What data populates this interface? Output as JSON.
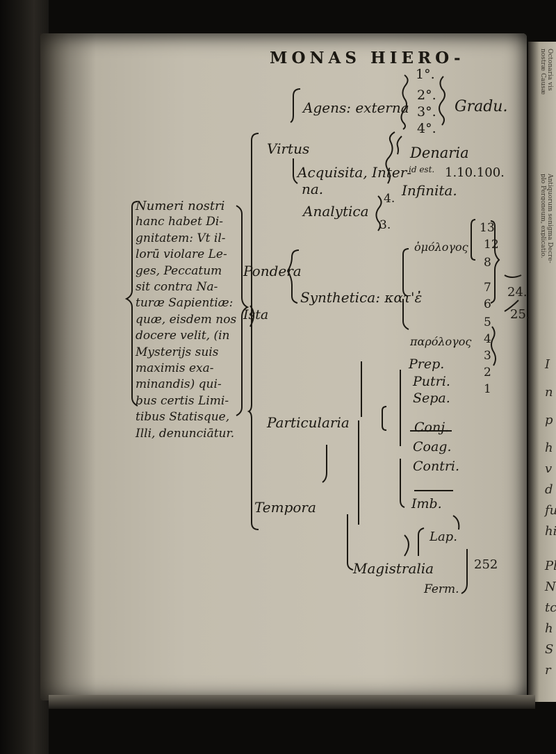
{
  "running_head": "MONAS HIERO-",
  "agens": {
    "label": "Agens: externa",
    "grades": [
      "1°.",
      "2°.",
      "3°.",
      "4°."
    ],
    "gradu": "Gradu."
  },
  "virtus": {
    "label": "Virtus",
    "acquisita": "Acquisita, Inter-",
    "acquisita_cont": "na.",
    "denaria": "Denaria",
    "id_est": "id est.",
    "series": "1.10.100.",
    "infinita": "Infinita."
  },
  "left_text": {
    "lines": [
      "Numeri nostri",
      "hanc habet Di-",
      "gnitatem: Vt il-",
      "lorū violare Le-",
      "ges, Peccatum",
      "sit contra Na-",
      "turæ Sapientiæ:",
      "quæ, eisdem nos",
      "docere velit, (in",
      "Mysterijs suis",
      "maximis exa-",
      "minandis) qui-",
      "bus certis Limi-",
      "tibus Statisque,",
      "Illi, denunciātur."
    ],
    "ista": "Ista"
  },
  "pondera": {
    "label": "Pondera",
    "analytica": "Analytica",
    "analytica_nums": [
      "4.",
      "3."
    ],
    "synthetica": "Synthetica: κατ'ἐ",
    "homologus": "ὁμόλογος",
    "parologus": "παρόλογος",
    "column": [
      "13",
      "12",
      "8",
      "7",
      "6",
      "5",
      "4",
      "3",
      "2",
      "1"
    ],
    "sum1": "24.",
    "sum2": "25."
  },
  "tempora": {
    "label": "Tempora",
    "particularia": "Particularia",
    "items": [
      "Prep.",
      "Putri.",
      "Sepa.",
      "Conj.",
      "Coag.",
      "Contri.",
      "Imb."
    ],
    "magistralia": "Magistralia",
    "lap": "Lap.",
    "ferm": "Ferm.",
    "num": "252"
  },
  "side_strip": [
    "Octonaria vis",
    "nostræ Causæ",
    "Antiquorum senigma Decre-",
    "plo Pergoneum, explicatio."
  ],
  "right_letters": [
    "I",
    "n",
    "p",
    "h",
    "v",
    "d",
    "fu",
    "hi",
    "Pl",
    "N",
    "tc",
    "h",
    "S",
    "r"
  ]
}
